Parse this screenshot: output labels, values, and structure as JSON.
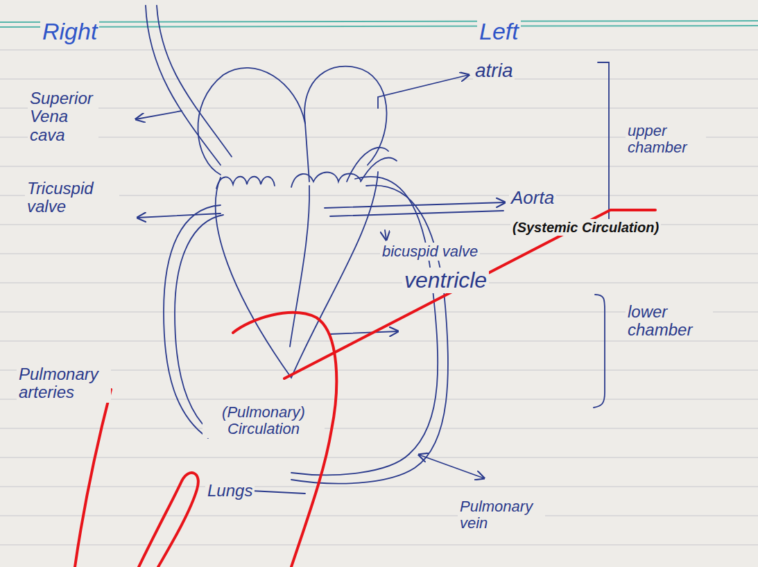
{
  "diagram": {
    "labels": [
      "Right",
      "Left",
      "atria",
      "upper chamber",
      "Superior Vena cava",
      "Tricuspid valve",
      "Aorta",
      "(Systemic Circulation)",
      "bicuspid valve",
      "ventricle",
      "lower chamber",
      "Pulmonary arteries",
      "(Pulmonary) Circulation",
      "Lungs",
      "Pulmonary vein"
    ]
  }
}
